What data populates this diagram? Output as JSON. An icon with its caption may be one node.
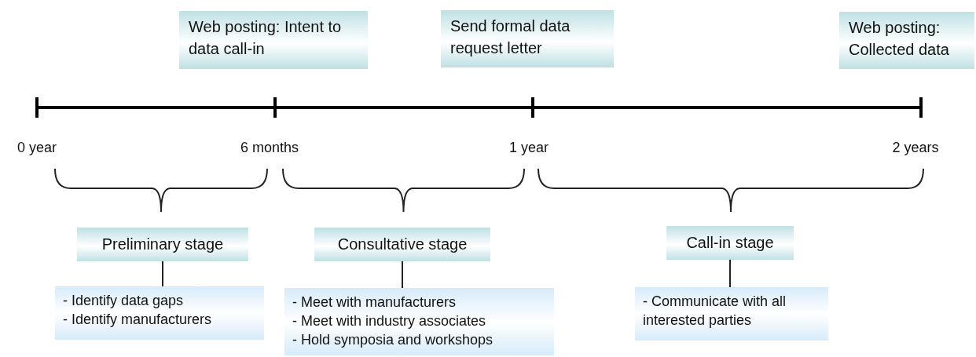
{
  "diagram": {
    "nodes": [
      {
        "text": [
          "Web posting: Intent to data call-in"
        ]
      },
      {
        "text": [
          "Send formal data request letter"
        ]
      },
      {
        "text": [
          "Web posting: Collected data"
        ]
      },
      {
        "text": [
          "Preliminary stage"
        ]
      },
      {
        "text": [
          "Consultative stage"
        ]
      },
      {
        "text": [
          "Call-in stage"
        ]
      },
      {
        "text": [
          "- Identify data gaps",
          "- Identify manufacturers"
        ]
      },
      {
        "text": [
          "- Meet with manufacturers",
          "- Meet with industry associates",
          "- Hold symposia and workshops"
        ]
      },
      {
        "text": [
          "- Communicate with all interested parties"
        ]
      }
    ],
    "edges": [
      {
        "from": 3,
        "to": 6,
        "arrow": "none"
      },
      {
        "from": 4,
        "to": 7,
        "arrow": "none"
      },
      {
        "from": 5,
        "to": 8,
        "arrow": "none"
      }
    ],
    "labels": [
      "0 year",
      "6 months",
      "1 year",
      "2 years"
    ]
  }
}
